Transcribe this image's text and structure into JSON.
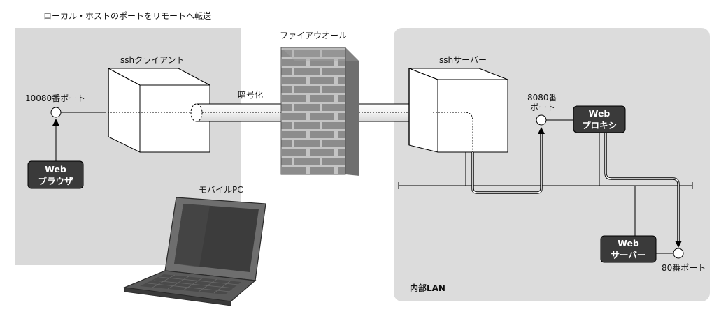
{
  "title": "ローカル・ホストのポートをリモートへ転送",
  "client": {
    "label": "sshクライアント"
  },
  "server": {
    "label": "sshサーバー"
  },
  "firewall": {
    "label": "ファイアウオール"
  },
  "tunnel": {
    "label": "暗号化"
  },
  "ports": {
    "local": "10080番ポート",
    "proxy_line1": "8080番",
    "proxy_line2": "ポート",
    "web": "80番ポート"
  },
  "browser": {
    "line1": "Web",
    "line2": "ブラウザ"
  },
  "proxy": {
    "line1": "Web",
    "line2": "プロキシ"
  },
  "webserver": {
    "line1": "Web",
    "line2": "サーバー"
  },
  "laptop": {
    "label": "モバイルPC"
  },
  "lan": {
    "label": "内部LAN"
  },
  "colors": {
    "local_panel": "#d9d9d9",
    "lan_panel": "#dcdcdc",
    "button": "#3a3a3a",
    "brick": "#8c8c8c",
    "mortar": "#bcbcbc"
  }
}
